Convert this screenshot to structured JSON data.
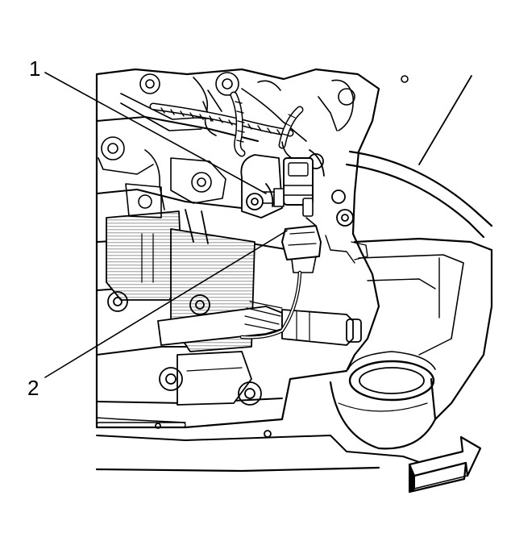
{
  "diagram": {
    "callouts": [
      {
        "id": "1",
        "label": "1"
      },
      {
        "id": "2",
        "label": "2"
      }
    ],
    "colors": {
      "ink": "#000000",
      "shade": "#c8c8c8",
      "background": "#ffffff"
    },
    "icons": {
      "direction_arrow": "front-direction-arrow-icon"
    }
  }
}
